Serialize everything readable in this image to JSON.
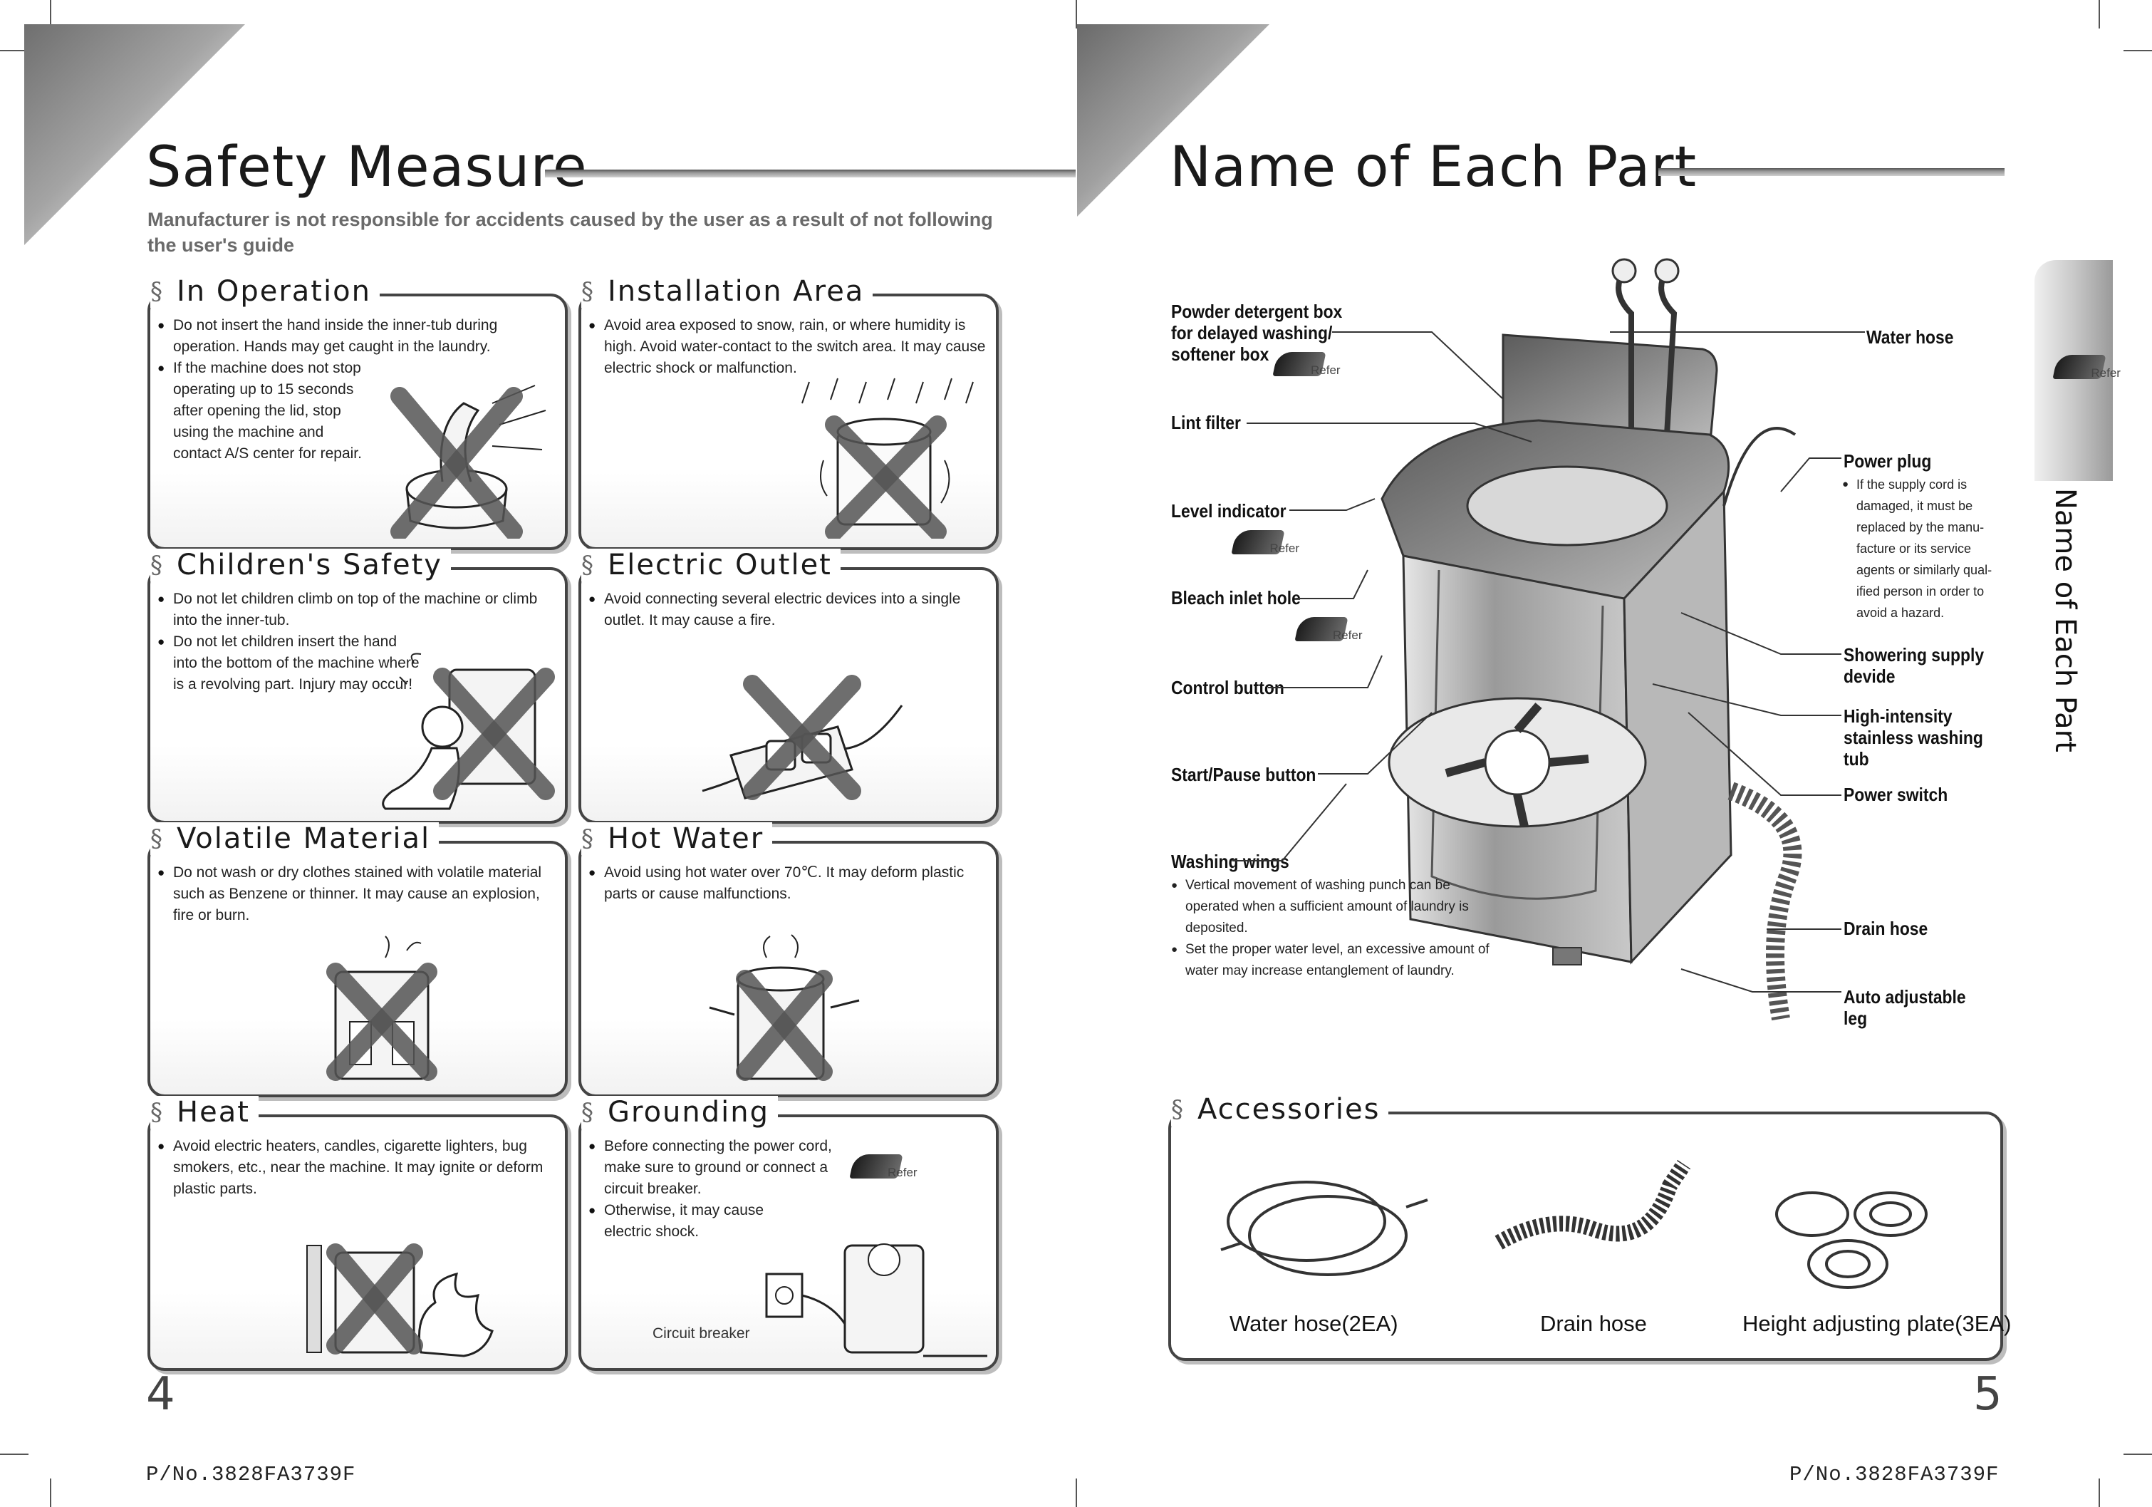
{
  "left_page": {
    "title": "Safety Measure",
    "disclaimer": "Manufacturer is not responsible for accidents caused by the user as a result of not following the user's guide",
    "section_mark": "§",
    "sections": [
      {
        "title": "In Operation",
        "bullets": [
          "Do not insert the hand inside the inner-tub during operation. Hands may get caught in the laundry.",
          "If the machine does not stop operating up to 15 seconds after opening the lid, stop using the machine and contact A/S center for repair."
        ]
      },
      {
        "title": "Installation Area",
        "bullets": [
          "Avoid area exposed to snow, rain, or where humidity is high. Avoid water-contact to the switch area. It may cause electric shock or malfunction."
        ]
      },
      {
        "title": "Children's Safety",
        "bullets": [
          "Do not let children climb on top of the machine or climb into the inner-tub.",
          "Do not let children insert the hand into the bottom of the machine where is a revolving part. Injury may occur!"
        ]
      },
      {
        "title": "Electric Outlet",
        "bullets": [
          "Avoid connecting several electric devices into a single outlet. It may cause a fire."
        ]
      },
      {
        "title": "Volatile Material",
        "bullets": [
          "Do not wash or dry clothes stained with volatile material such as Benzene or thinner. It may cause an explosion, fire or burn."
        ]
      },
      {
        "title": "Hot Water",
        "bullets": [
          "Avoid using hot water over 70℃. It may deform plastic parts or cause malfunctions."
        ]
      },
      {
        "title": "Heat",
        "bullets": [
          "Avoid electric heaters, candles, cigarette lighters, bug smokers, etc., near the machine. It may ignite or deform plastic parts."
        ]
      },
      {
        "title": "Grounding",
        "bullets": [
          "Before connecting the power cord, make sure to ground or connect a circuit breaker.",
          "Otherwise, it may cause electric shock."
        ],
        "caption": "Circuit breaker"
      }
    ],
    "page_number": "4",
    "part_number": "P/No.3828FA3739F"
  },
  "right_page": {
    "title": "Name of Each Part",
    "side_tab": "Name of Each Part",
    "refer": "Refer",
    "parts": {
      "powder_box": [
        "Powder detergent box",
        "for delayed washing/",
        "softener box"
      ],
      "lint_filter": "Lint filter",
      "level_indicator": "Level indicator",
      "bleach_inlet": "Bleach inlet hole",
      "control_button": "Control button",
      "start_pause": "Start/Pause button",
      "washing_wings": "Washing wings",
      "water_hose": "Water hose",
      "power_plug": "Power plug",
      "showering": [
        "Showering supply",
        "devide"
      ],
      "tub": [
        "High-intensity",
        "stainless washing",
        "tub"
      ],
      "power_switch": "Power switch",
      "drain_hose": "Drain hose",
      "auto_leg": [
        "Auto adjustable",
        "leg"
      ]
    },
    "notes": {
      "power_plug": "If the supply cord is damaged, it must be replaced by the manu-facture or its service agents or similarly qual-ified person in order to avoid a hazard.",
      "wings_1": "Vertical movement of washing punch can be operated when a sufficient amount of laundry is deposited.",
      "wings_2": "Set the proper water level, an excessive amount of water may increase entanglement of laundry."
    },
    "accessories": {
      "title": "Accessories",
      "items": [
        "Water hose(2EA)",
        "Drain hose",
        "Height adjusting plate(3EA)"
      ]
    },
    "page_number": "5",
    "part_number": "P/No.3828FA3739F"
  },
  "colors": {
    "text": "#222222",
    "border": "#444444",
    "gray_text": "#6a6a6a"
  }
}
